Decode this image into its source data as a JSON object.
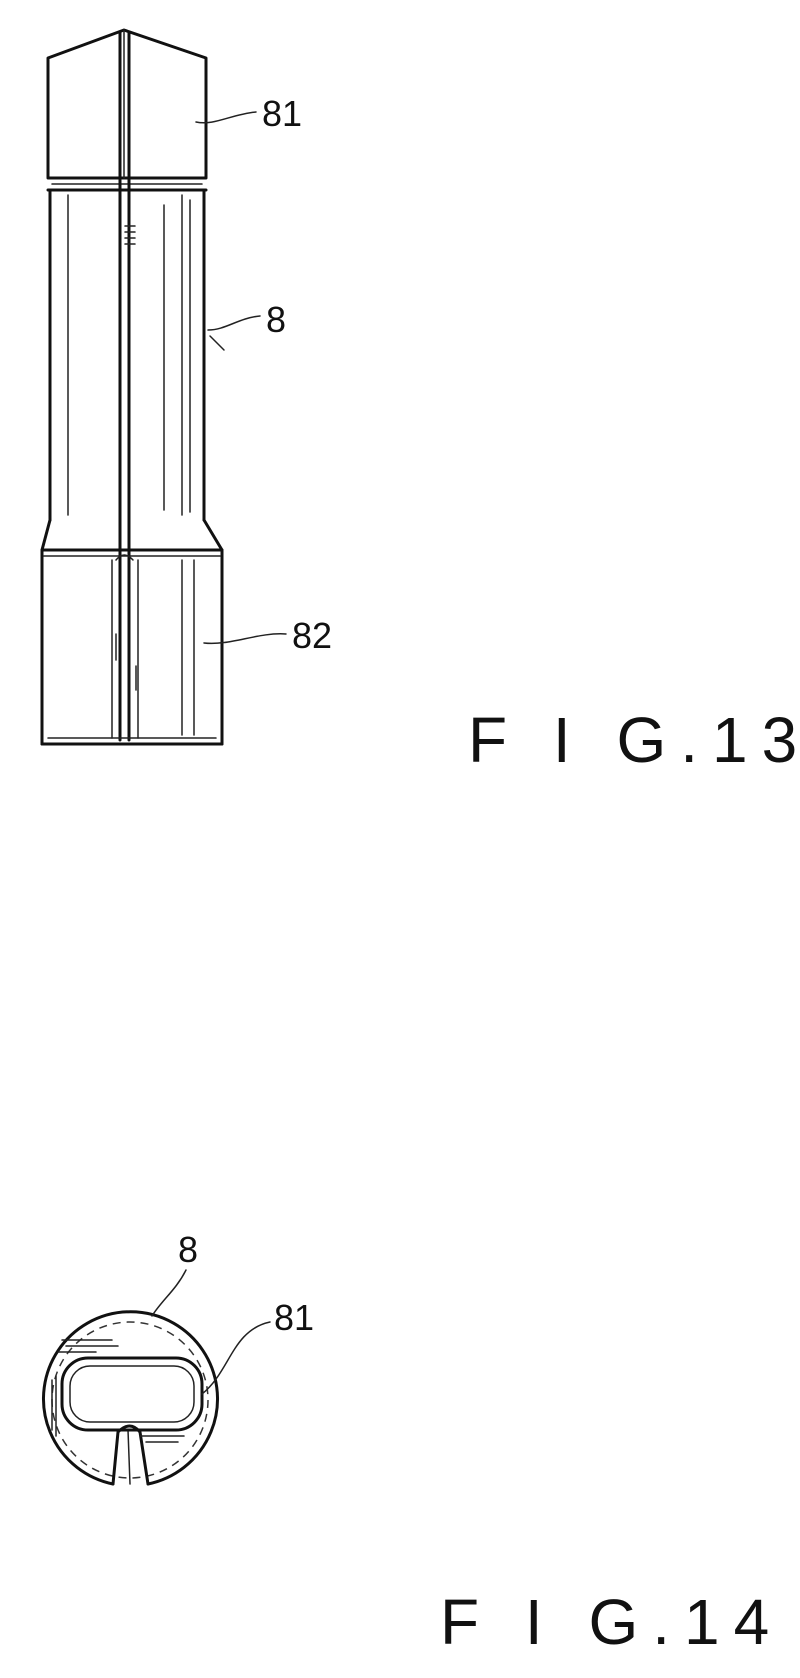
{
  "figures": [
    {
      "caption": "F I G.13",
      "labels": {
        "top_end": "81",
        "body": "8",
        "bottom_end": "82"
      }
    },
    {
      "caption": "F I G.14",
      "labels": {
        "body": "8",
        "end": "81"
      }
    }
  ],
  "colors": {
    "line": "#111111",
    "background": "#ffffff"
  }
}
